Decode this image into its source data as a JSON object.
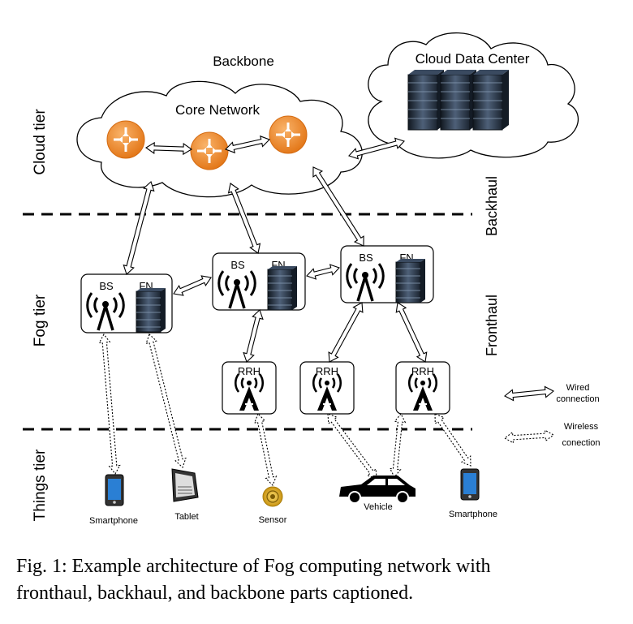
{
  "tiers": {
    "cloud": "Cloud tier",
    "fog": "Fog tier",
    "things": "Things tier"
  },
  "parts": {
    "backhaul": "Backhaul",
    "fronthaul": "Fronthaul",
    "backbone": "Backbone"
  },
  "cloud": {
    "core_network": "Core Network",
    "data_center": "Cloud Data Center"
  },
  "fog_nodes": [
    {
      "bs": "BS",
      "fn": "FN"
    },
    {
      "bs": "BS",
      "fn": "FN"
    },
    {
      "bs": "BS",
      "fn": "FN"
    }
  ],
  "rrh_label": "RRH",
  "devices": {
    "smartphone1": "Smartphone",
    "tablet": "Tablet",
    "sensor": "Sensor",
    "vehicle": "Vehicle",
    "smartphone2": "Smartphone"
  },
  "legend": {
    "wired_1": "Wired",
    "wired_2": "connection",
    "wireless_1": "Wireless",
    "wireless_2": "conection"
  },
  "caption": {
    "line1": "Fig. 1: Example architecture of Fog computing network with",
    "line2": "fronthaul, backhaul, and backbone parts captioned."
  },
  "colors": {
    "router": "#f28a2c",
    "server": "#2f3d52",
    "line": "#000000"
  }
}
